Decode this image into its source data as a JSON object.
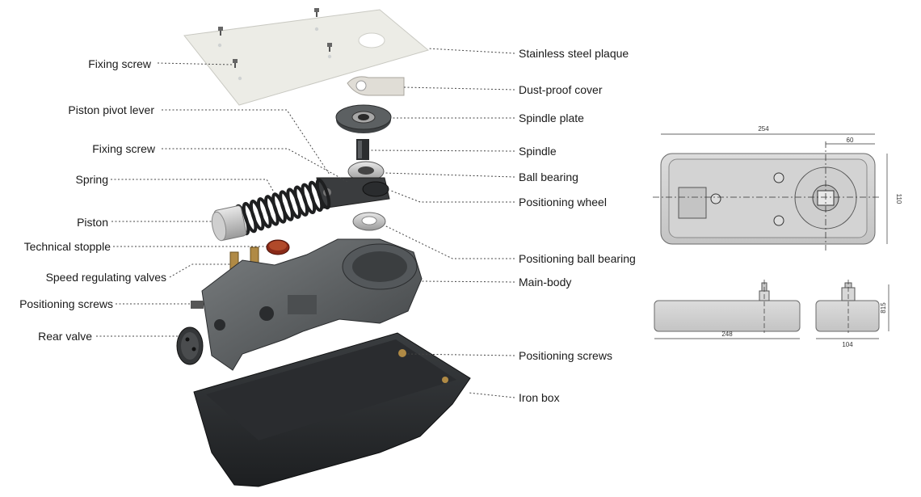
{
  "left_labels": [
    "Fixing screw",
    "Piston pivot lever",
    "Fixing screw",
    "Spring",
    "Piston",
    "Technical stopple",
    "Speed regulating valves",
    "Positioning  screws",
    "Rear valve"
  ],
  "right_labels": [
    "Stainless steel plaque",
    "Dust-proof cover",
    "Spindle plate",
    "Spindle",
    "Ball bearing",
    "Positioning wheel",
    "Positioning ball bearing",
    "Main-body",
    "Positioning screws",
    "Iron box"
  ],
  "dimensions": {
    "top_width": "254",
    "top_offset": "60",
    "top_height": "110",
    "front_width": "248",
    "side_width": "104",
    "side_height": "815"
  },
  "colors": {
    "line": "#444444",
    "metal_dark": "#3b3e40",
    "metal_mid": "#6b6f72",
    "plaque": "#ecece6",
    "drawing": "#d7d7d7"
  }
}
